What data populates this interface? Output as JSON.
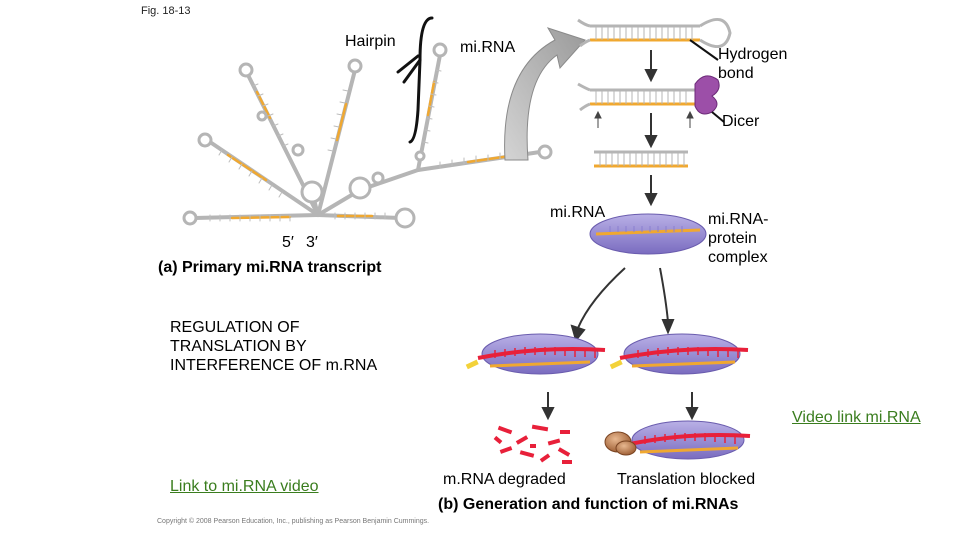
{
  "fig_label": "Fig. 18-13",
  "labels": {
    "hairpin": "Hairpin",
    "mirna_top": "mi.RNA",
    "hydrogen_bond": "Hydrogen bond",
    "dicer": "Dicer",
    "mirna_mid": "mi.RNA",
    "complex": "mi.RNA-protein complex",
    "five_prime": "5′",
    "three_prime": "3′",
    "caption_a": "(a) Primary mi.RNA transcript",
    "regulation": "REGULATION OF TRANSLATION BY INTERFERENCE OF m.RNA",
    "mrna_degraded": "m.RNA degraded",
    "translation_blocked": "Translation blocked",
    "caption_b": "(b) Generation and function of mi.RNAs"
  },
  "links": {
    "video_link": "Video link mi.RNA",
    "link_video": "Link to mi.RNA video"
  },
  "copyright": "Copyright © 2008 Pearson Education, Inc., publishing as Pearson Benjamin Cummings.",
  "colors": {
    "rna_orange": "#f0a830",
    "mrna_red": "#e8203a",
    "protein_purple": "#9b8fd0",
    "link_green": "#3a7d1e",
    "arrow_gray": "#a8a8a8"
  }
}
